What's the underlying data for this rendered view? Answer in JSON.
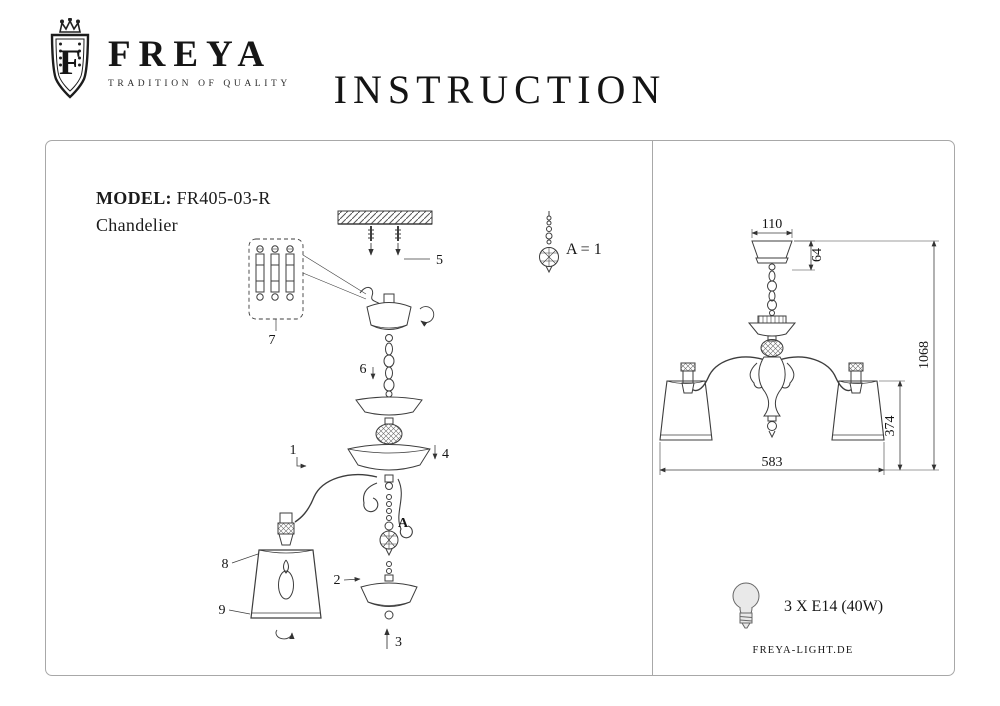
{
  "header": {
    "logo_letter": "F",
    "brand": "FREYA",
    "tagline": "TRADITION OF QUALITY",
    "title": "INSTRUCTION"
  },
  "model": {
    "label": "MODEL:",
    "value": "FR405-03-R",
    "product_type": "Chandelier"
  },
  "assembly": {
    "parts": {
      "p1": "1",
      "p2": "2",
      "p3": "3",
      "p4": "4",
      "p5": "5",
      "p6": "6",
      "p7": "7",
      "p8": "8",
      "p9": "9"
    },
    "crystal_marker": "A",
    "crystal_note": "A = 1"
  },
  "dimensions": {
    "canopy_width": "110",
    "canopy_height": "64",
    "body_height": "374",
    "overall_height": "1068",
    "width": "583"
  },
  "specs": {
    "lamps": "3 X E14 (40W)",
    "website": "FREYA-LIGHT.DE"
  },
  "colors": {
    "ink": "#3d3d3d",
    "frame": "#a8a8a8"
  }
}
